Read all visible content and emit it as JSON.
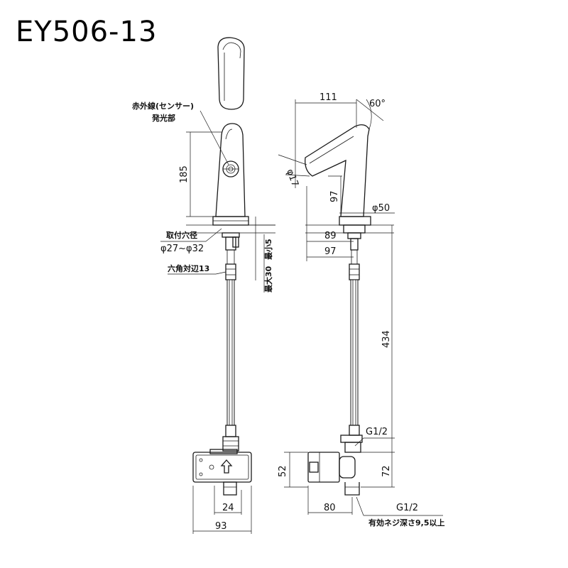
{
  "title": "EY506-13",
  "labels": {
    "sensor_line1": "赤外線(センサー)",
    "sensor_line2": "発光部",
    "mount_hole_line1": "取付穴径",
    "mount_hole_line2": "φ27~φ32",
    "hex_label": "六角対辺13",
    "thickness_max": "最大30",
    "thickness_min": "最小5",
    "thread_top": "G1/2",
    "thread_bottom": "G1/2",
    "thread_depth": "有効ネジ深さ9,5以上"
  },
  "dimensions": {
    "height_front": "185",
    "spout_reach": "111",
    "spout_angle": "60°",
    "spout_tip_dia": "φ17",
    "spout_height": "97",
    "base_dia": "φ50",
    "depth_89": "89",
    "depth_97": "97",
    "hose_length": "434",
    "box_height": "52",
    "box_offset": "72",
    "box_width_front": "24",
    "box_total_front": "93",
    "box_depth_side": "80"
  }
}
